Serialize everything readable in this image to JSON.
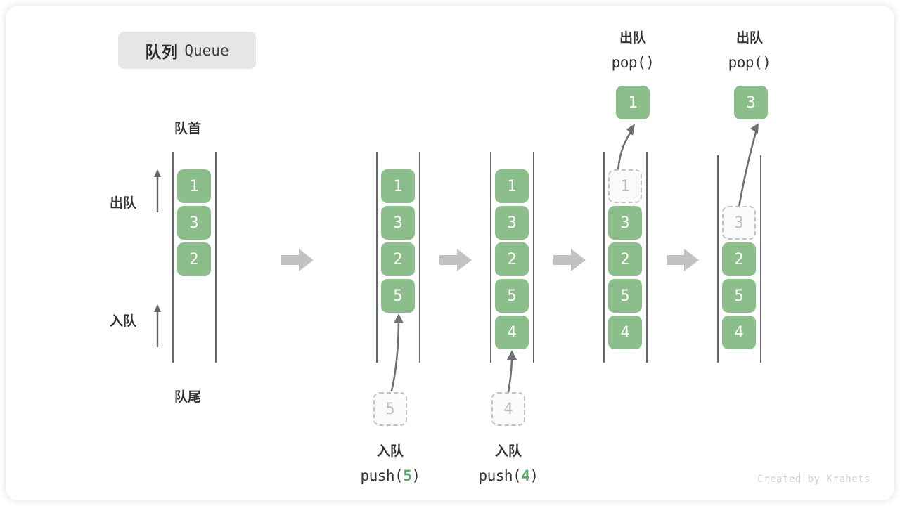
{
  "title": {
    "cn": "队列",
    "en": "Queue"
  },
  "axis_labels": {
    "front": "队首",
    "rear": "队尾",
    "dequeue": "出队",
    "enqueue": "入队"
  },
  "colors": {
    "element_fill": "#8CBE8C",
    "element_text": "#ffffff",
    "ghost_border": "#c2c2c2",
    "ghost_text": "#bdbdbd",
    "rail": "#666666",
    "step_arrow": "#c2c2c2",
    "op_arrow": "#707070",
    "badge_bg": "#e6e6e6",
    "accent_num": "#5aa469"
  },
  "stages": [
    {
      "name": "initial",
      "cells": [
        {
          "value": "1",
          "state": "filled"
        },
        {
          "value": "3",
          "state": "filled"
        },
        {
          "value": "2",
          "state": "filled"
        }
      ]
    },
    {
      "name": "after-push-5",
      "cells": [
        {
          "value": "1",
          "state": "filled"
        },
        {
          "value": "3",
          "state": "filled"
        },
        {
          "value": "2",
          "state": "filled"
        },
        {
          "value": "5",
          "state": "filled"
        }
      ]
    },
    {
      "name": "after-push-4",
      "cells": [
        {
          "value": "1",
          "state": "filled"
        },
        {
          "value": "3",
          "state": "filled"
        },
        {
          "value": "2",
          "state": "filled"
        },
        {
          "value": "5",
          "state": "filled"
        },
        {
          "value": "4",
          "state": "filled"
        }
      ]
    },
    {
      "name": "pop-1",
      "cells": [
        {
          "value": "1",
          "state": "ghost"
        },
        {
          "value": "3",
          "state": "filled"
        },
        {
          "value": "2",
          "state": "filled"
        },
        {
          "value": "5",
          "state": "filled"
        },
        {
          "value": "4",
          "state": "filled"
        }
      ]
    },
    {
      "name": "pop-3",
      "cells": [
        {
          "value": "",
          "state": "empty"
        },
        {
          "value": "3",
          "state": "ghost"
        },
        {
          "value": "2",
          "state": "filled"
        },
        {
          "value": "5",
          "state": "filled"
        },
        {
          "value": "4",
          "state": "filled"
        }
      ]
    }
  ],
  "operations": {
    "push_5": {
      "cn": "入队",
      "fn_open": "push(",
      "value": "5",
      "fn_close": ")",
      "ghost_value": "5"
    },
    "push_4": {
      "cn": "入队",
      "fn_open": "push(",
      "value": "4",
      "fn_close": ")",
      "ghost_value": "4"
    },
    "pop_1": {
      "cn": "出队",
      "code": "pop()",
      "result": "1"
    },
    "pop_2": {
      "cn": "出队",
      "code": "pop()",
      "result": "3"
    }
  },
  "credit": "Created by Krahets"
}
